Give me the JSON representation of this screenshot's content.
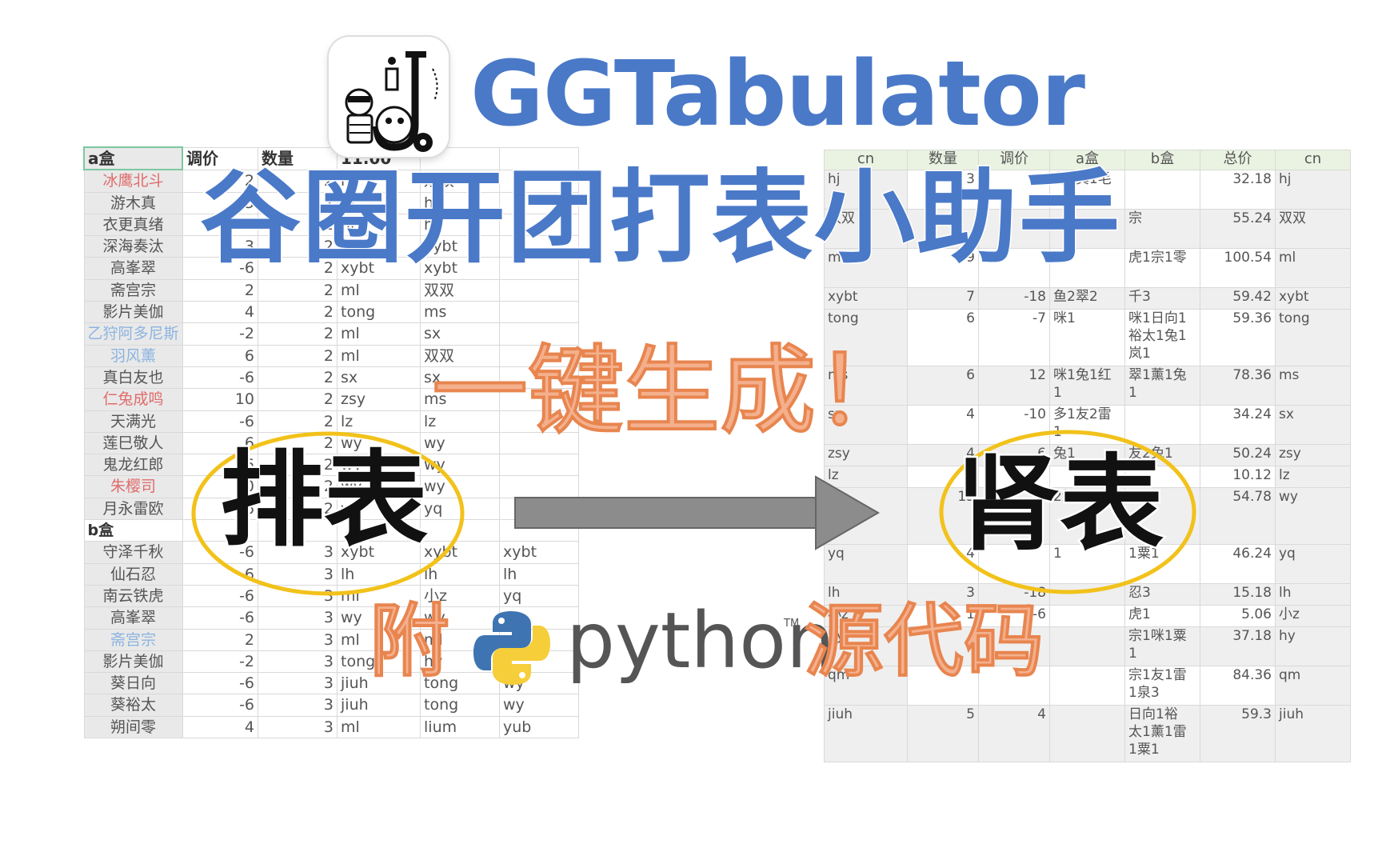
{
  "brand": "GGTabulator",
  "title": "谷圈开团打表小助手",
  "one_click": "一键生成！",
  "left_label": "排表",
  "right_label": "肾表",
  "attach": "附",
  "python_word": "python",
  "trademark": "TM",
  "source_code": "源代码",
  "colors": {
    "blue": "#4a79c8",
    "orange": "#e8854f",
    "yellow_circle": "#f2c21b",
    "arrow": "#8c8c8c"
  },
  "left_sheet": {
    "header": [
      "a盒",
      "调价",
      "数量",
      "11.00",
      "",
      ""
    ],
    "rows_a": [
      {
        "name": "冰鹰北斗",
        "style": "red",
        "price": "2",
        "qty": "2",
        "c4": "hj",
        "c5": "双双",
        "c6": ""
      },
      {
        "name": "游木真",
        "style": "",
        "price": "5",
        "qty": "2",
        "c4": "hj",
        "c5": "hj",
        "c6": ""
      },
      {
        "name": "衣更真绪",
        "style": "",
        "price": "2",
        "qty": "2",
        "c4": "hj",
        "c5": "hj",
        "c6": ""
      },
      {
        "name": "深海奏汰",
        "style": "",
        "price": "3",
        "qty": "2",
        "c4": "xybt",
        "c5": "xybt",
        "c6": ""
      },
      {
        "name": "高峯翠",
        "style": "",
        "price": "-6",
        "qty": "2",
        "c4": "xybt",
        "c5": "xybt",
        "c6": ""
      },
      {
        "name": "斋宫宗",
        "style": "",
        "price": "2",
        "qty": "2",
        "c4": "ml",
        "c5": "双双",
        "c6": ""
      },
      {
        "name": "影片美伽",
        "style": "",
        "price": "4",
        "qty": "2",
        "c4": "tong",
        "c5": "ms",
        "c6": ""
      },
      {
        "name": "乙狩阿多尼斯",
        "style": "blue",
        "price": "-2",
        "qty": "2",
        "c4": "ml",
        "c5": "sx",
        "c6": ""
      },
      {
        "name": "羽风薰",
        "style": "blue",
        "price": "6",
        "qty": "2",
        "c4": "ml",
        "c5": "双双",
        "c6": ""
      },
      {
        "name": "真白友也",
        "style": "",
        "price": "-6",
        "qty": "2",
        "c4": "sx",
        "c5": "sx",
        "c6": ""
      },
      {
        "name": "仁兔成鸣",
        "style": "red",
        "price": "10",
        "qty": "2",
        "c4": "zsy",
        "c5": "ms",
        "c6": ""
      },
      {
        "name": "天满光",
        "style": "",
        "price": "-6",
        "qty": "2",
        "c4": "lz",
        "c5": "lz",
        "c6": ""
      },
      {
        "name": "莲巳敬人",
        "style": "",
        "price": "6",
        "qty": "2",
        "c4": "wy",
        "c5": "wy",
        "c6": ""
      },
      {
        "name": "鬼龙红郎",
        "style": "",
        "price": "-6",
        "qty": "2",
        "c4": "wy",
        "c5": "wy",
        "c6": ""
      },
      {
        "name": "朱樱司",
        "style": "red",
        "price": "10",
        "qty": "2",
        "c4": "wy",
        "c5": "wy",
        "c6": ""
      },
      {
        "name": "月永雷欧",
        "style": "",
        "price": "6",
        "qty": "2",
        "c4": "yq",
        "c5": "yq",
        "c6": ""
      }
    ],
    "section_b": "b盒",
    "rows_b": [
      {
        "name": "守泽千秋",
        "style": "",
        "price": "-6",
        "qty": "3",
        "c4": "xybt",
        "c5": "xybt",
        "c6": "xybt"
      },
      {
        "name": "仙石忍",
        "style": "",
        "price": "-6",
        "qty": "3",
        "c4": "lh",
        "c5": "lh",
        "c6": "lh"
      },
      {
        "name": "南云铁虎",
        "style": "",
        "price": "-6",
        "qty": "3",
        "c4": "ml",
        "c5": "小z",
        "c6": "yq"
      },
      {
        "name": "高峯翠",
        "style": "",
        "price": "-6",
        "qty": "3",
        "c4": "wy",
        "c5": "wy",
        "c6": "wy"
      },
      {
        "name": "斋宫宗",
        "style": "blue",
        "price": "2",
        "qty": "3",
        "c4": "ml",
        "c5": "ml",
        "c6": ""
      },
      {
        "name": "影片美伽",
        "style": "",
        "price": "-2",
        "qty": "3",
        "c4": "tong",
        "c5": "hy",
        "c6": ""
      },
      {
        "name": "葵日向",
        "style": "",
        "price": "-6",
        "qty": "3",
        "c4": "jiuh",
        "c5": "tong",
        "c6": "wy"
      },
      {
        "name": "葵裕太",
        "style": "",
        "price": "-6",
        "qty": "3",
        "c4": "jiuh",
        "c5": "tong",
        "c6": "wy"
      },
      {
        "name": "朔间零",
        "style": "",
        "price": "4",
        "qty": "3",
        "c4": "ml",
        "c5": "lium",
        "c6": "yub"
      }
    ]
  },
  "right_sheet": {
    "header": [
      "cn",
      "数量",
      "调价",
      "a盒",
      "b盒",
      "总价",
      "cn"
    ],
    "rows": [
      {
        "cn": "hj",
        "qty": "3",
        "adj": "-1",
        "a": "北1真1毛",
        "b": "",
        "total": "32.18",
        "cn2": "hj",
        "h": 2
      },
      {
        "cn": "双双",
        "qty": "",
        "adj": "",
        "a": "",
        "b": "宗",
        "total": "55.24",
        "cn2": "双双",
        "h": 2
      },
      {
        "cn": "ml",
        "qty": "9",
        "adj": "",
        "a": "",
        "b": "虎1宗1零",
        "total": "100.54",
        "cn2": "ml",
        "h": 2
      },
      {
        "cn": "xybt",
        "qty": "7",
        "adj": "-18",
        "a": "鱼2翠2",
        "b": "千3",
        "total": "59.42",
        "cn2": "xybt",
        "h": 1
      },
      {
        "cn": "tong",
        "qty": "6",
        "adj": "-7",
        "a": "咪1",
        "b": "咪1日向1\n裕太1兔1\n岚1",
        "total": "59.36",
        "cn2": "tong",
        "h": 3
      },
      {
        "cn": "ms",
        "qty": "6",
        "adj": "12",
        "a": "咪1兔1红\n1",
        "b": "翠1薰1兔\n1",
        "total": "78.36",
        "cn2": "ms",
        "h": 2
      },
      {
        "cn": "sx",
        "qty": "4",
        "adj": "-10",
        "a": "多1友2雷\n1",
        "b": "",
        "total": "34.24",
        "cn2": "sx",
        "h": 2
      },
      {
        "cn": "zsy",
        "qty": "4",
        "adj": "6",
        "a": "兔1",
        "b": "友2兔1",
        "total": "50.24",
        "cn2": "zsy",
        "h": 1
      },
      {
        "cn": "lz",
        "qty": "",
        "adj": "",
        "a": "",
        "b": "",
        "total": "10.12",
        "cn2": "lz",
        "h": 1
      },
      {
        "cn": "wy",
        "qty": "13",
        "adj": "",
        "a": "2红1司1",
        "b": "",
        "total": "54.78",
        "cn2": "wy",
        "h": 3
      },
      {
        "cn": "yq",
        "qty": "4",
        "adj": "",
        "a": "1",
        "b": "1粟1",
        "total": "46.24",
        "cn2": "yq",
        "h": 2
      },
      {
        "cn": "lh",
        "qty": "3",
        "adj": "-18",
        "a": "",
        "b": "忍3",
        "total": "15.18",
        "cn2": "lh",
        "h": 1
      },
      {
        "cn": "小z",
        "qty": "1",
        "adj": "-6",
        "a": "",
        "b": "虎1",
        "total": "5.06",
        "cn2": "小z",
        "h": 1
      },
      {
        "cn": "hy",
        "qty": "",
        "adj": "",
        "a": "",
        "b": "宗1咪1粟\n1",
        "total": "37.18",
        "cn2": "hy",
        "h": 2
      },
      {
        "cn": "qm",
        "qty": "",
        "adj": "",
        "a": "",
        "b": "宗1友1雷\n1泉3",
        "total": "84.36",
        "cn2": "qm",
        "h": 2
      },
      {
        "cn": "jiuh",
        "qty": "5",
        "adj": "4",
        "a": "",
        "b": "日向1裕\n太1薰1雷\n1粟1",
        "total": "59.3",
        "cn2": "jiuh",
        "h": 3
      }
    ]
  }
}
